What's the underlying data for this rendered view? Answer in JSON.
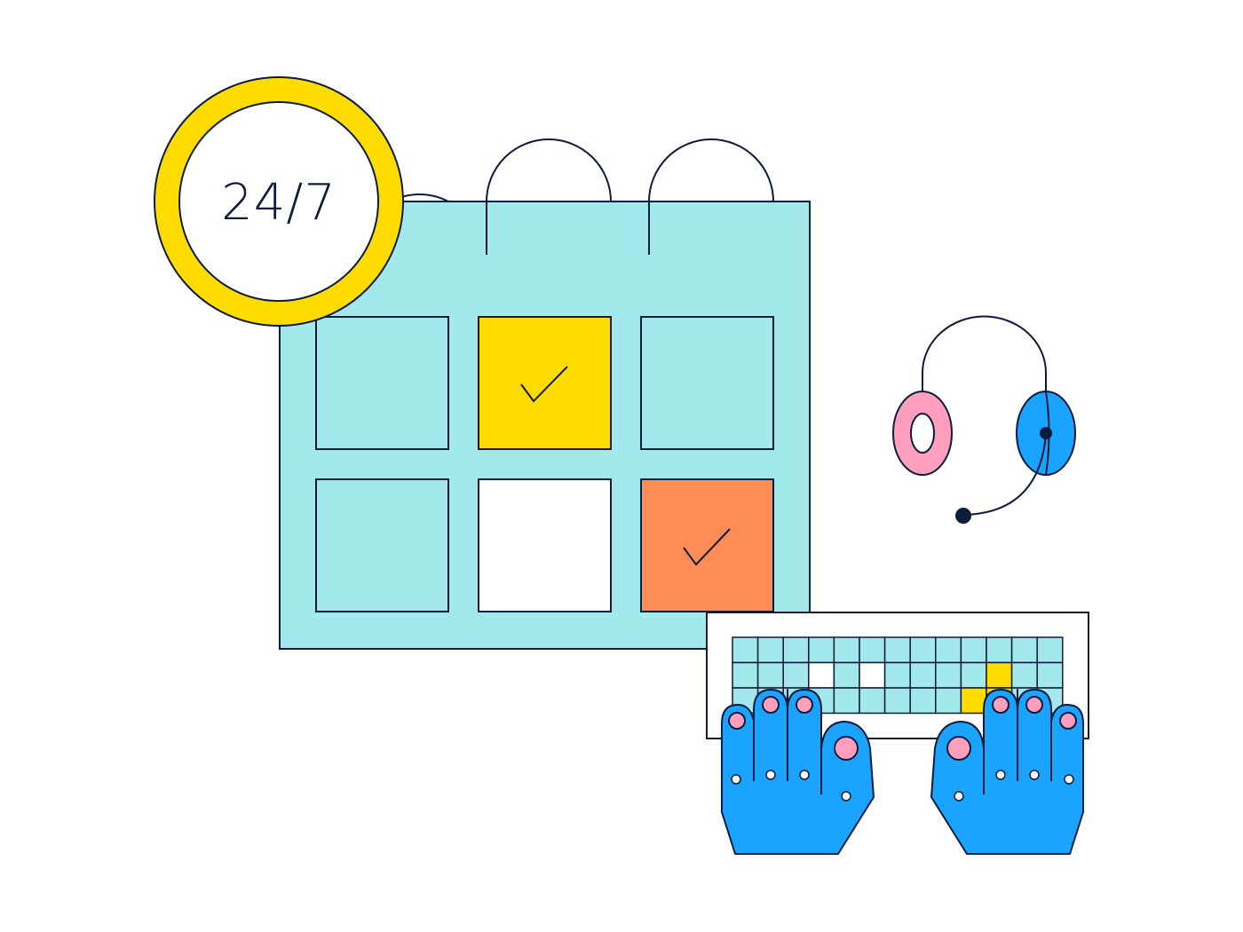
{
  "badge": {
    "text": "24/7"
  },
  "icons": {
    "calendar": "calendar-icon",
    "badge": "availability-badge-icon",
    "headset": "headset-icon",
    "keyboard": "keyboard-icon",
    "hands": "typing-hands-icon",
    "check": "checkmark-icon"
  },
  "calendar": {
    "cells": [
      {
        "state": "empty",
        "color": "#a3e8eb"
      },
      {
        "state": "checked",
        "color": "#ffdc00"
      },
      {
        "state": "empty",
        "color": "#a3e8eb"
      },
      {
        "state": "empty",
        "color": "#a3e8eb"
      },
      {
        "state": "blank",
        "color": "#ffffff"
      },
      {
        "state": "checked",
        "color": "#ff8c55"
      }
    ]
  },
  "colors": {
    "outline": "#0d1b3d",
    "calendar": "#a3e8eb",
    "yellow": "#ffdc00",
    "orange": "#ff8c55",
    "blue": "#1aa3ff",
    "pink": "#ff9fbd",
    "white": "#ffffff"
  }
}
